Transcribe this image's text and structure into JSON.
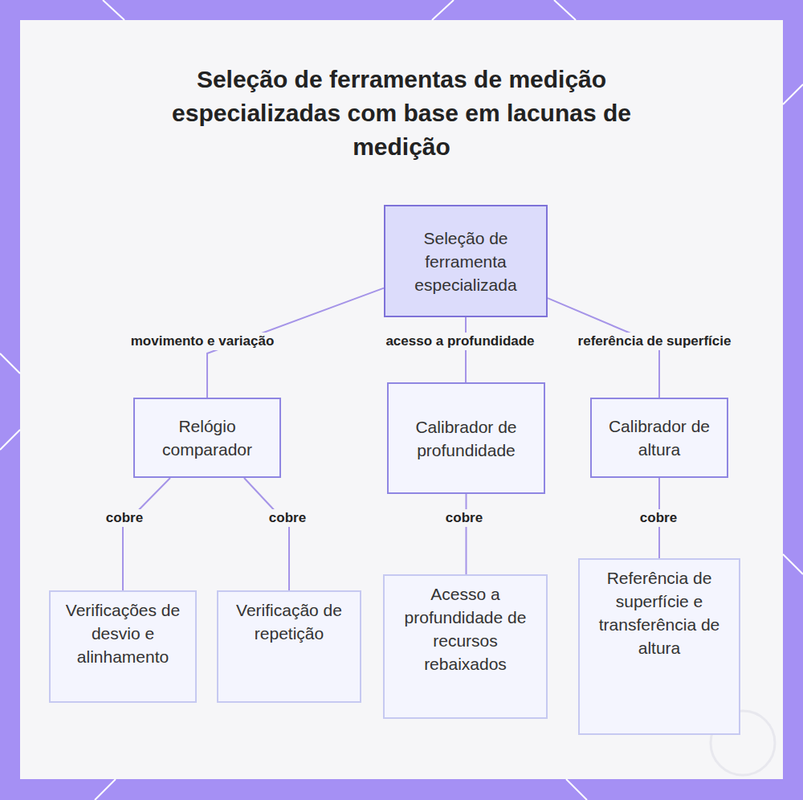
{
  "diagram": {
    "title": "Seleção de ferramentas de medição especializadas com base em lacunas de medição",
    "nodes": [
      {
        "text": [
          "Seleção de ferramenta especializada"
        ]
      },
      {
        "text": [
          "Relógio comparador"
        ]
      },
      {
        "text": [
          "Calibrador de profundidade"
        ]
      },
      {
        "text": [
          "Calibrador de altura"
        ]
      },
      {
        "text": [
          "Verificações de desvio e alinhamento"
        ]
      },
      {
        "text": [
          "Verificação de repetição"
        ]
      },
      {
        "text": [
          "Acesso a profundidade de recursos rebaixados"
        ]
      },
      {
        "text": [
          "Referência de superfície e transferência de altura"
        ]
      }
    ],
    "edges": [
      {
        "from": 0,
        "to": 1,
        "arrow": "none",
        "label": "movimento e variação"
      },
      {
        "from": 0,
        "to": 2,
        "arrow": "none",
        "label": "acesso a profundidade"
      },
      {
        "from": 0,
        "to": 3,
        "arrow": "none",
        "label": "referência de superfície"
      },
      {
        "from": 1,
        "to": 4,
        "arrow": "none",
        "label": "cobre"
      },
      {
        "from": 1,
        "to": 5,
        "arrow": "none",
        "label": "cobre"
      },
      {
        "from": 2,
        "to": 6,
        "arrow": "none",
        "label": "cobre"
      },
      {
        "from": 3,
        "to": 7,
        "arrow": "none",
        "label": "cobre"
      }
    ]
  }
}
